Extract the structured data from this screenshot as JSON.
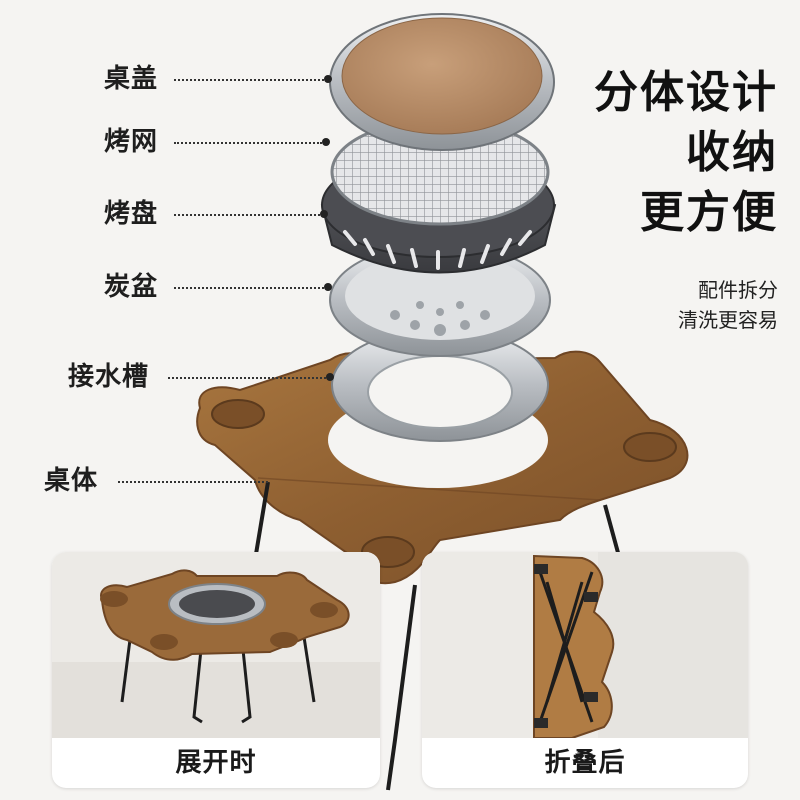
{
  "parts": [
    {
      "label": "桌盖"
    },
    {
      "label": "烤网"
    },
    {
      "label": "烤盘"
    },
    {
      "label": "炭盆"
    },
    {
      "label": "接水槽"
    },
    {
      "label": "桌体"
    }
  ],
  "headline": [
    "分体设计",
    "收纳",
    "更方便"
  ],
  "subline": [
    "配件拆分",
    "清洗更容易"
  ],
  "cards": [
    {
      "caption": "展开时"
    },
    {
      "caption": "折叠后"
    }
  ],
  "colors": {
    "background": "#f5f4f2",
    "wood": "#9a6a3a",
    "wood_dark": "#6e4523",
    "steel": "#c9ccd0",
    "grill_dark": "#4a4b4f"
  }
}
